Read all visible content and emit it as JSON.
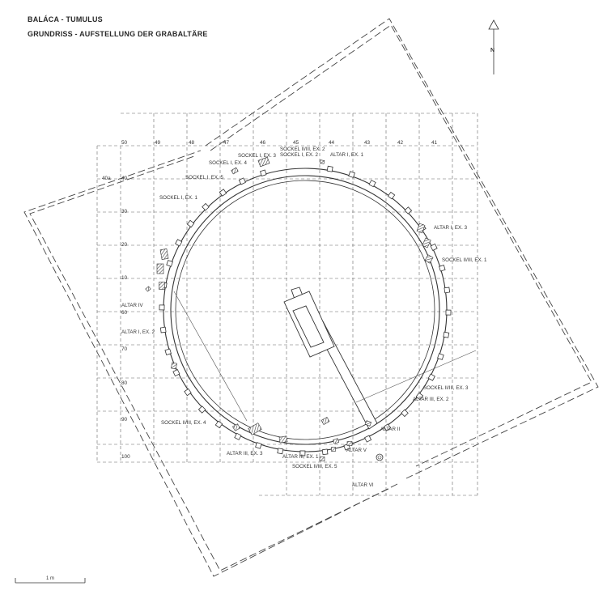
{
  "title_line1": "BALÁCA - TUMULUS",
  "title_line2": "GRUNDRISS - AUFSTELLUNG DER GRABALTÄRE",
  "north_label": "N",
  "scale_label": "1 m",
  "grid": {
    "column_labels": [
      "50",
      "49",
      "48",
      "47",
      "46",
      "45",
      "44",
      "43",
      "42",
      "41"
    ],
    "row_labels": [
      "40a",
      "40",
      "30",
      "20",
      "10",
      "60",
      "70",
      "80",
      "90",
      "100"
    ]
  },
  "labels": {
    "sockel_1_ex4": "SOCKEL I, EX. 4",
    "sockel_1_ex3": "SOCKEL I, EX. 3",
    "sockel_23_ex2": "SOCKEL II/III, EX. 2",
    "sockel_1_ex2": "SOCKEL I, EX. 2",
    "altar_1_ex1": "ALTAR I, EX. 1",
    "sockel_1_ex5": "SOCKEL I, EX. 5",
    "sockel_1_ex1": "SOCKEL I, EX. 1",
    "altar_1_ex3": "ALTAR I, EX. 3",
    "sockel_23_ex1": "SOCKEL II/III, EX. 1",
    "altar_4": "ALTAR IV",
    "altar_1_ex2": "ALTAR I, EX. 2",
    "sockel_23_ex3": "SOCKEL II/III, EX. 3",
    "altar_3_ex2": "ALTAR III, EX. 2",
    "sockel_23_ex4": "SOCKEL II/III, EX. 4",
    "altar_2": "ALTAR II",
    "altar_3_ex3": "ALTAR III, EX. 3",
    "altar_5": "ALTAR V",
    "altar_3_ex1": "ALTAR III, EX. 1",
    "sockel_23_ex5": "SOCKEL II/III, EX. 5",
    "altar_6": "ALTAR VI"
  }
}
